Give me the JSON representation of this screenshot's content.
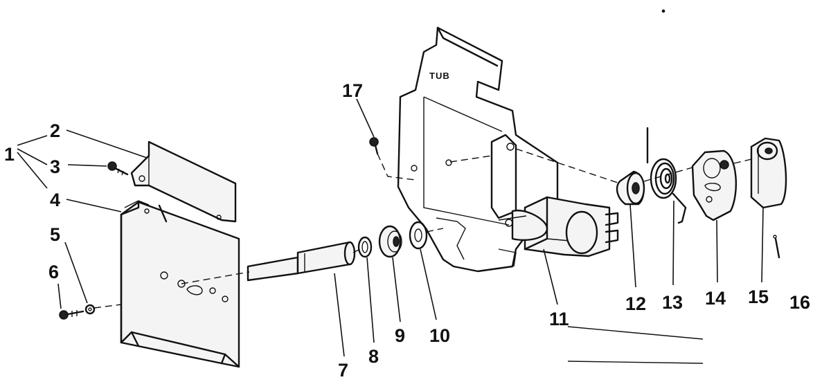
{
  "diagram": {
    "tub_label": "TUB",
    "callouts": {
      "c1": "1",
      "c2": "2",
      "c3": "3",
      "c4": "4",
      "c5": "5",
      "c6": "6",
      "c7": "7",
      "c8": "8",
      "c9": "9",
      "c10": "10",
      "c11": "11",
      "c12": "12",
      "c13": "13",
      "c14": "14",
      "c15": "15",
      "c16": "16",
      "c17": "17"
    }
  }
}
